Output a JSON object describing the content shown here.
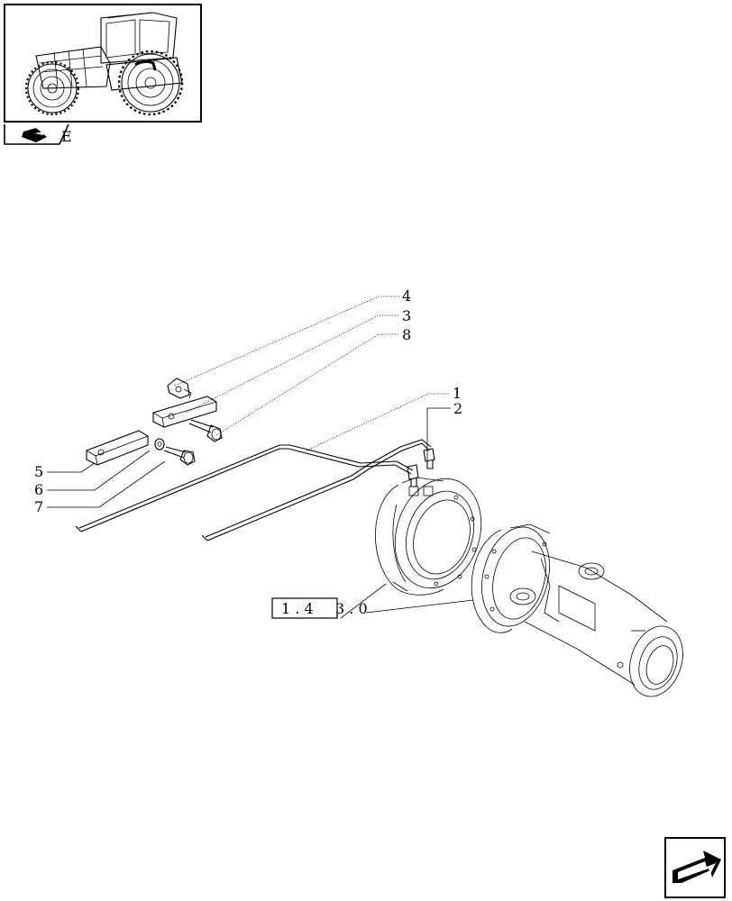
{
  "thumbnail": {
    "icon": "tractor-thumbnail"
  },
  "nav_badge": {
    "icon": "book-icon",
    "suffix": "E"
  },
  "callouts": [
    "1",
    "2",
    "3",
    "4",
    "5",
    "6",
    "7",
    "8"
  ],
  "reference": {
    "boxed": "1 . 4",
    "rest": "3 . 0"
  },
  "next_page": {
    "icon": "next-page-arrow-icon"
  }
}
